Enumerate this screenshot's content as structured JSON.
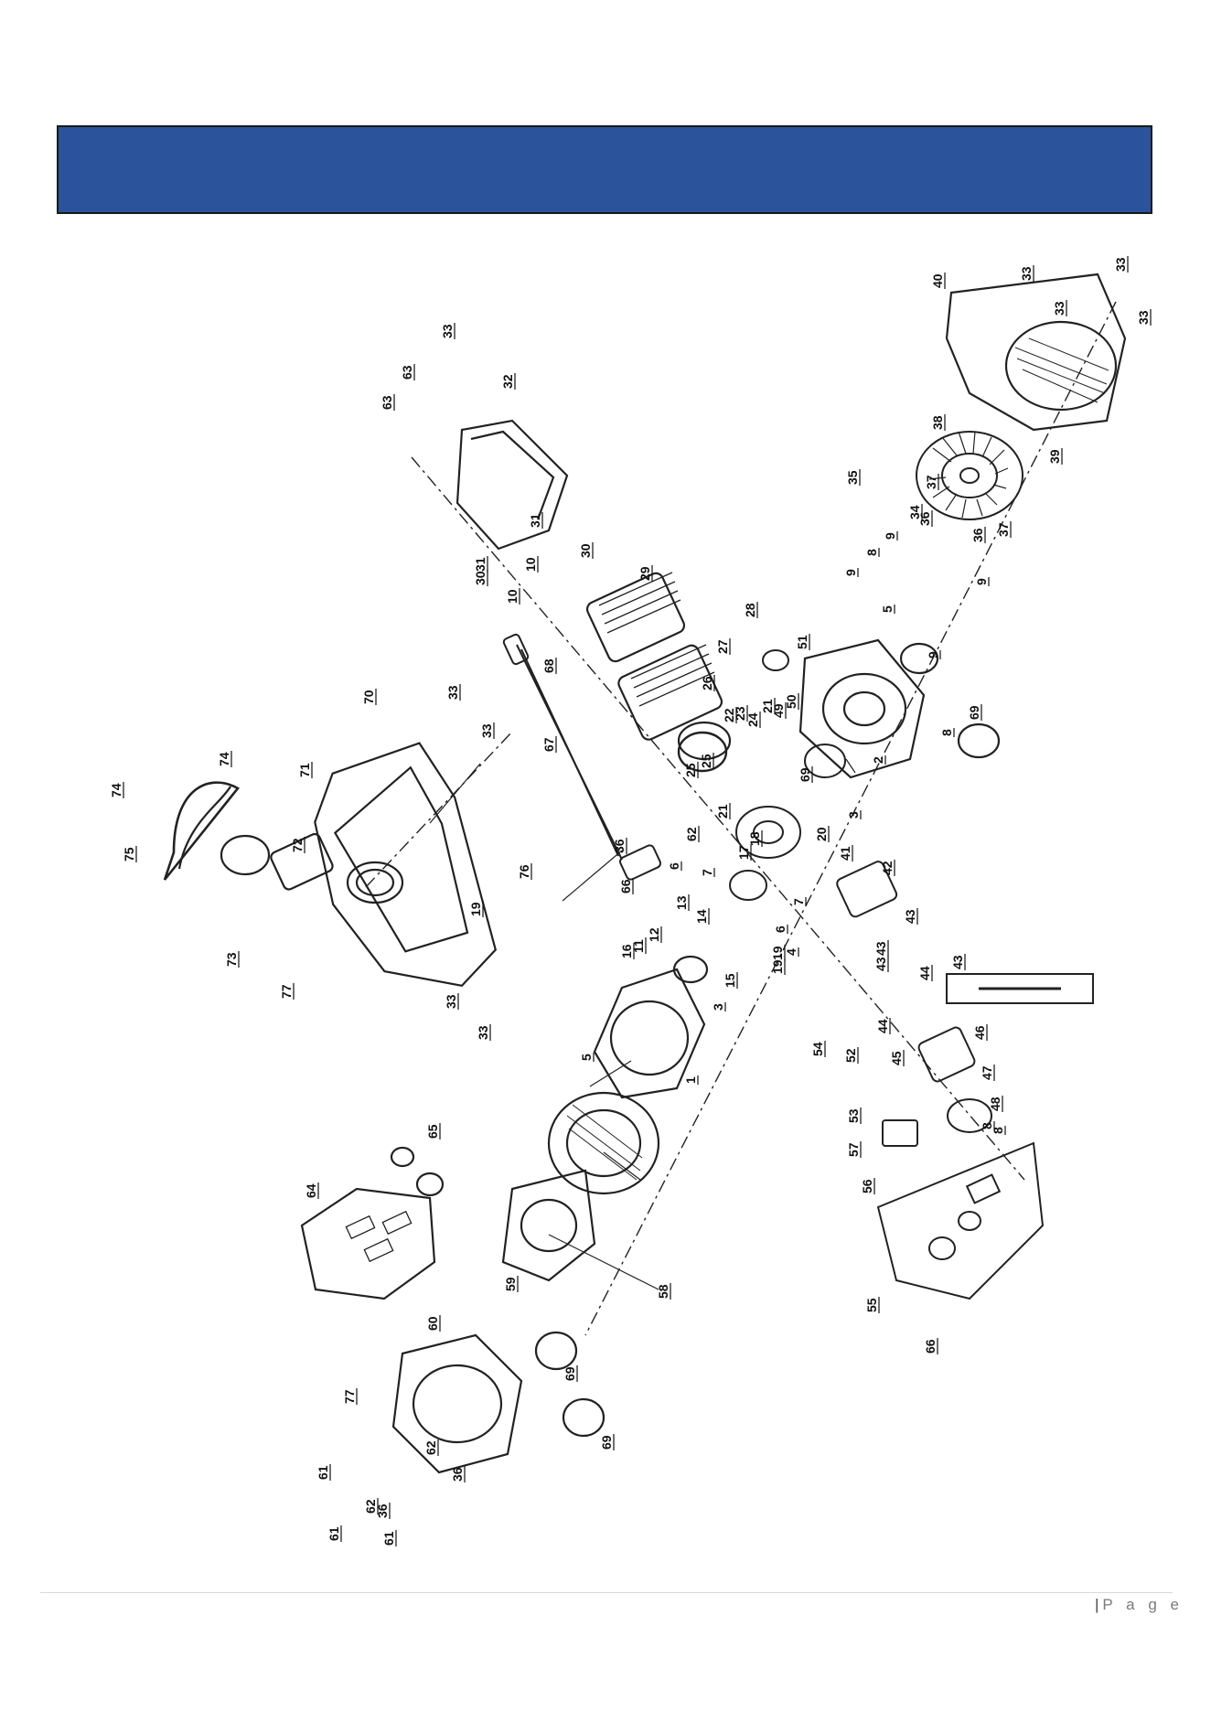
{
  "header": {
    "color": "#2a539b"
  },
  "footer": {
    "separator": "|",
    "page_label": "P a g e"
  },
  "diagram": {
    "callouts": [
      "1",
      "2",
      "3",
      "3",
      "4",
      "5",
      "5",
      "6",
      "6",
      "7",
      "7",
      "8",
      "8",
      "8",
      "8",
      "9",
      "9",
      "9",
      "9",
      "10",
      "10",
      "11",
      "12",
      "13",
      "14",
      "15",
      "16",
      "17",
      "18",
      "19",
      "19",
      "19",
      "20",
      "21",
      "21",
      "22",
      "23",
      "24",
      "25",
      "25",
      "26",
      "27",
      "28",
      "29",
      "30",
      "30",
      "31",
      "31",
      "32",
      "33",
      "33",
      "33",
      "33",
      "33",
      "33",
      "33",
      "33",
      "33",
      "34",
      "35",
      "36",
      "36",
      "36",
      "36",
      "36",
      "37",
      "37",
      "38",
      "39",
      "40",
      "41",
      "42",
      "43",
      "43",
      "43",
      "43",
      "44",
      "44",
      "45",
      "46",
      "47",
      "48",
      "49",
      "50",
      "51",
      "52",
      "53",
      "54",
      "55",
      "56",
      "57",
      "58",
      "59",
      "60",
      "61",
      "61",
      "61",
      "62",
      "62",
      "62",
      "63",
      "63",
      "64",
      "65",
      "66",
      "66",
      "67",
      "68",
      "69",
      "69",
      "69",
      "69",
      "70",
      "71",
      "72",
      "73",
      "74",
      "74",
      "75",
      "76",
      "77",
      "77"
    ]
  }
}
